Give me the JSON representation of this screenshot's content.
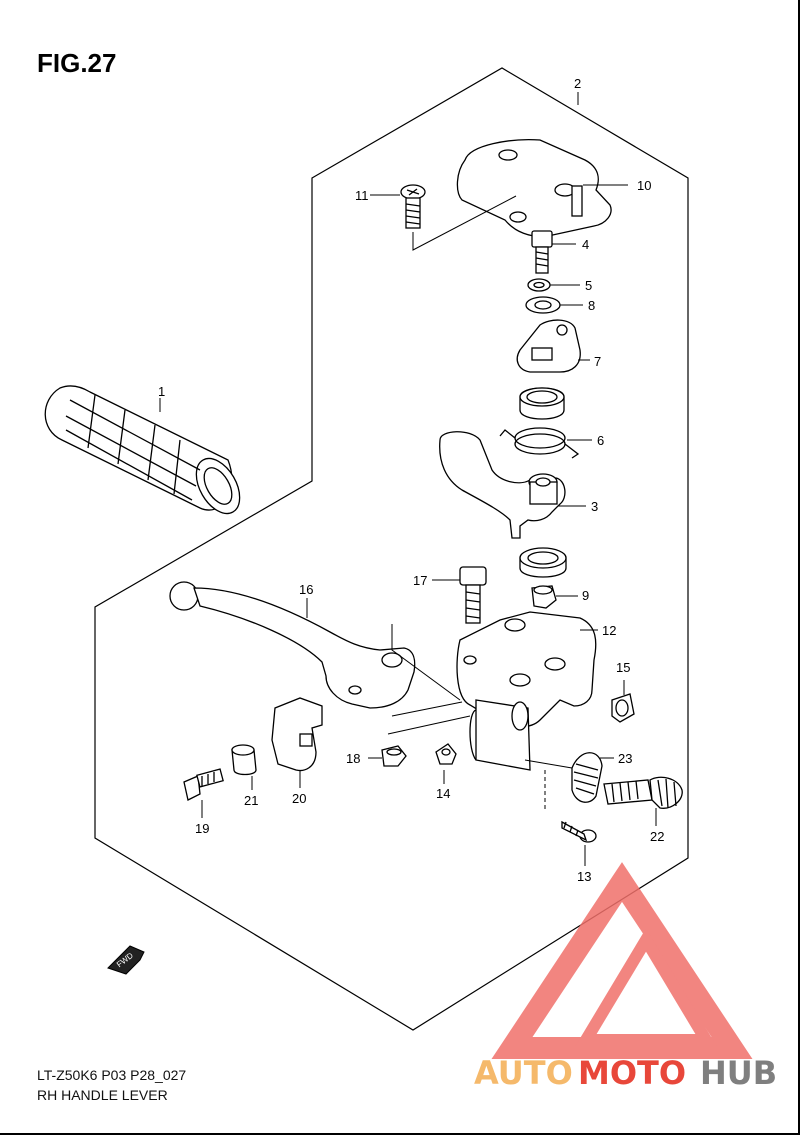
{
  "figure": {
    "title": "FIG.27",
    "model_code": "LT-Z50K6 P03 P28_027",
    "section_name": "RH HANDLE LEVER",
    "fwd_label": "FWD"
  },
  "callouts": [
    "1",
    "2",
    "3",
    "4",
    "5",
    "6",
    "7",
    "8",
    "9",
    "10",
    "11",
    "12",
    "13",
    "14",
    "15",
    "16",
    "17",
    "18",
    "19",
    "20",
    "21",
    "22",
    "23"
  ],
  "watermark": {
    "part1": "AUTO",
    "part2": "MOTO",
    "part3": "HUB",
    "color_light": "#f5b96b",
    "color_red": "#e8473a",
    "color_gray": "#7f7f7f",
    "color_triangle": "#f0706a"
  }
}
